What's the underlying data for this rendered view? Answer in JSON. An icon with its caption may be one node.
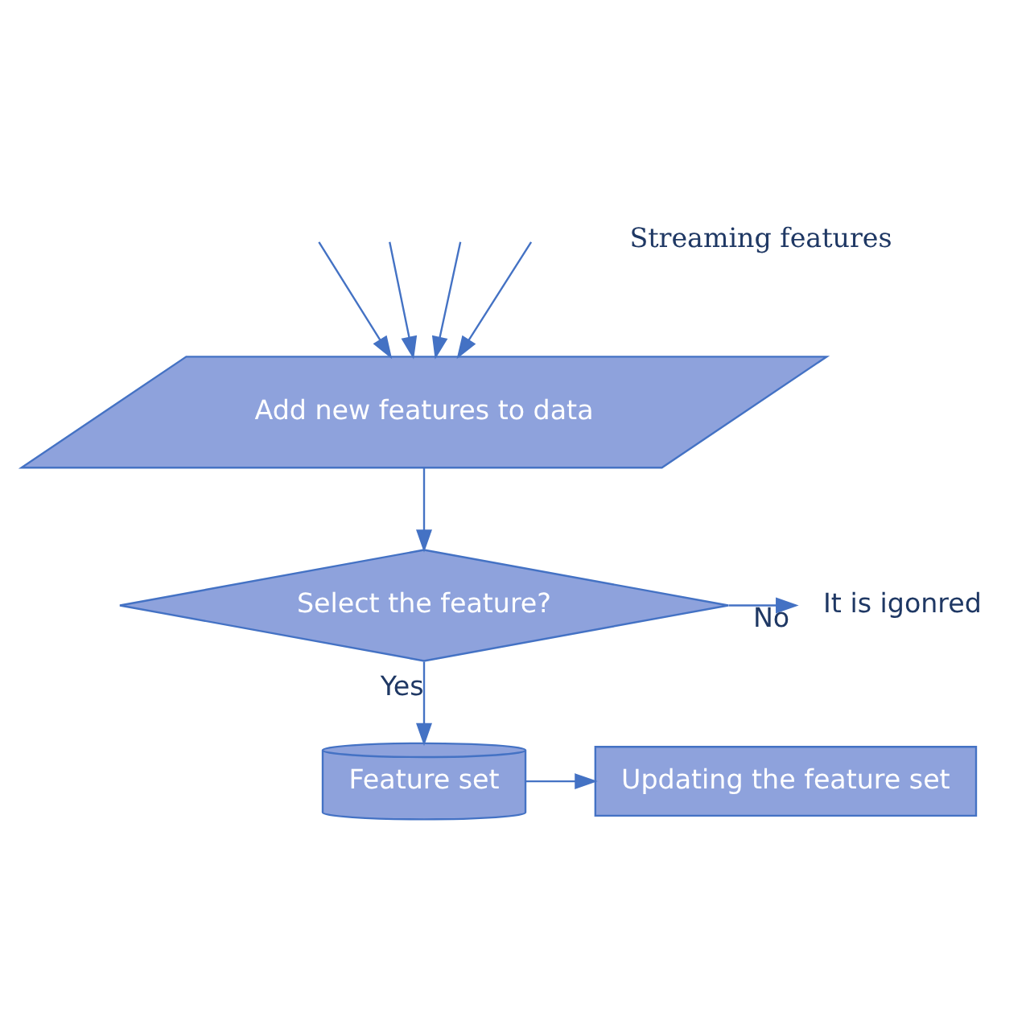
{
  "diagram": {
    "nodes": [
      {
        "text": [
          "Add new features to data"
        ]
      },
      {
        "text": [
          "Select the feature?"
        ]
      },
      {
        "text": [
          "It is igonred"
        ]
      },
      {
        "text": [
          "Feature set"
        ]
      },
      {
        "text": [
          "Updating the feature set"
        ]
      }
    ],
    "edges": [
      {
        "from": null,
        "to": 0,
        "arrow": "to"
      },
      {
        "from": null,
        "to": 0,
        "arrow": "to"
      },
      {
        "from": null,
        "to": 0,
        "arrow": "to"
      },
      {
        "from": null,
        "to": 0,
        "arrow": "to"
      },
      {
        "from": 0,
        "to": 1,
        "arrow": "to"
      },
      {
        "from": 1,
        "to": 2,
        "arrow": "to",
        "label": "No"
      },
      {
        "from": 1,
        "to": 3,
        "arrow": "to",
        "label": "Yes"
      },
      {
        "from": 3,
        "to": 4,
        "arrow": "to"
      }
    ],
    "labels": [
      "Streaming features"
    ]
  }
}
